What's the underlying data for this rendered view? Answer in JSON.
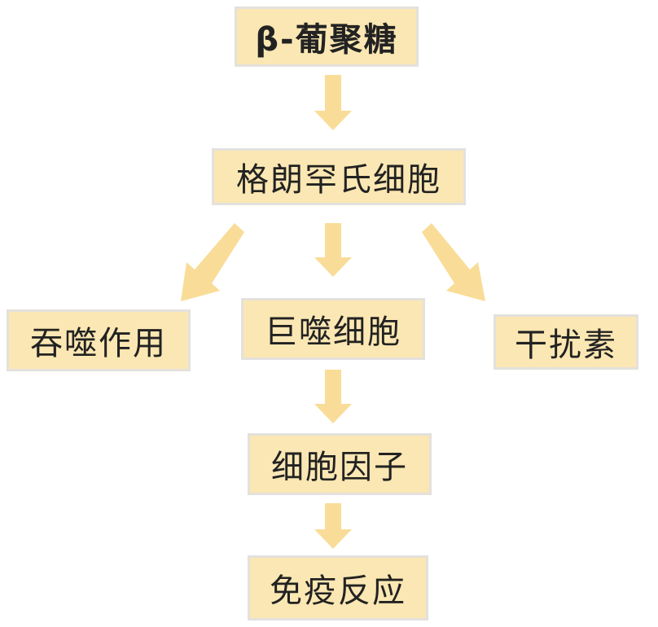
{
  "diagram": {
    "nodes": {
      "glucan": "β-葡聚糖",
      "langerhans": "格朗罕氏细胞",
      "phagocytosis": "吞噬作用",
      "macrophage": "巨噬细胞",
      "interferon": "干扰素",
      "cytokine": "细胞因子",
      "immune": "免疫反应"
    },
    "edges": [
      [
        "glucan",
        "langerhans"
      ],
      [
        "langerhans",
        "phagocytosis"
      ],
      [
        "langerhans",
        "macrophage"
      ],
      [
        "langerhans",
        "interferon"
      ],
      [
        "macrophage",
        "cytokine"
      ],
      [
        "cytokine",
        "immune"
      ]
    ],
    "colors": {
      "node_fill": "#fbe7b3",
      "node_border": "#e4e1dd",
      "arrow": "#f9dc97",
      "text": "#222222"
    }
  }
}
